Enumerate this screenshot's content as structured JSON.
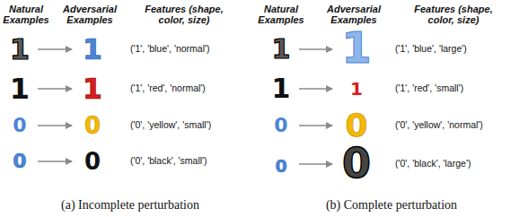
{
  "diagram": {
    "labels": [
      "Natural Examples",
      "Adversarial Examples",
      "Features (shape, color, size)",
      "1",
      "1",
      "('1', 'blue', 'normal')",
      "1",
      "1",
      "('1', 'red', 'normal')",
      "0",
      "0",
      "('0', 'yellow', 'small')",
      "0",
      "0",
      "('0', 'black', 'small')",
      "Natural Examples",
      "Adversarial Examples",
      "Features (shape, color, size)",
      "1",
      "1",
      "('1', 'blue', 'large')",
      "1",
      "1",
      "('1', 'red', 'small')",
      "0",
      "0",
      "('0', 'yellow', 'normal')",
      "0",
      "0",
      "('0', 'black', 'large')",
      "(a) Incomplete perturbation",
      "(b) Complete perturbation"
    ]
  }
}
